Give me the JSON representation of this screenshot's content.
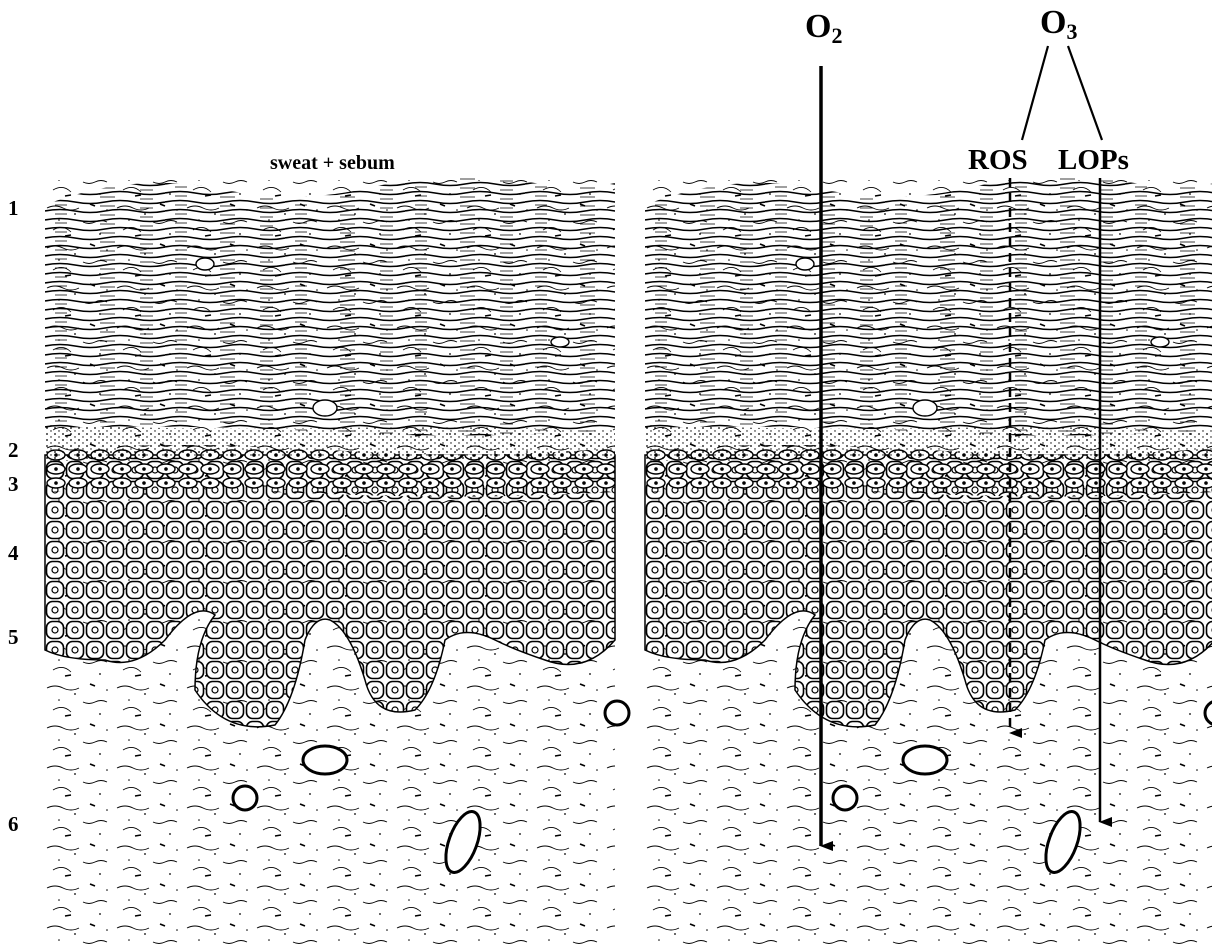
{
  "left_panel": {
    "top_label": "sweat + sebum",
    "layer_numbers": [
      "1",
      "2",
      "3",
      "4",
      "5",
      "6"
    ]
  },
  "right_panel": {
    "o2": {
      "base": "O",
      "sub": "2"
    },
    "o3": {
      "base": "O",
      "sub": "3"
    },
    "ros": "ROS",
    "lops": "LOPs"
  },
  "colors": {
    "ink": "#000000",
    "paper": "#ffffff"
  }
}
